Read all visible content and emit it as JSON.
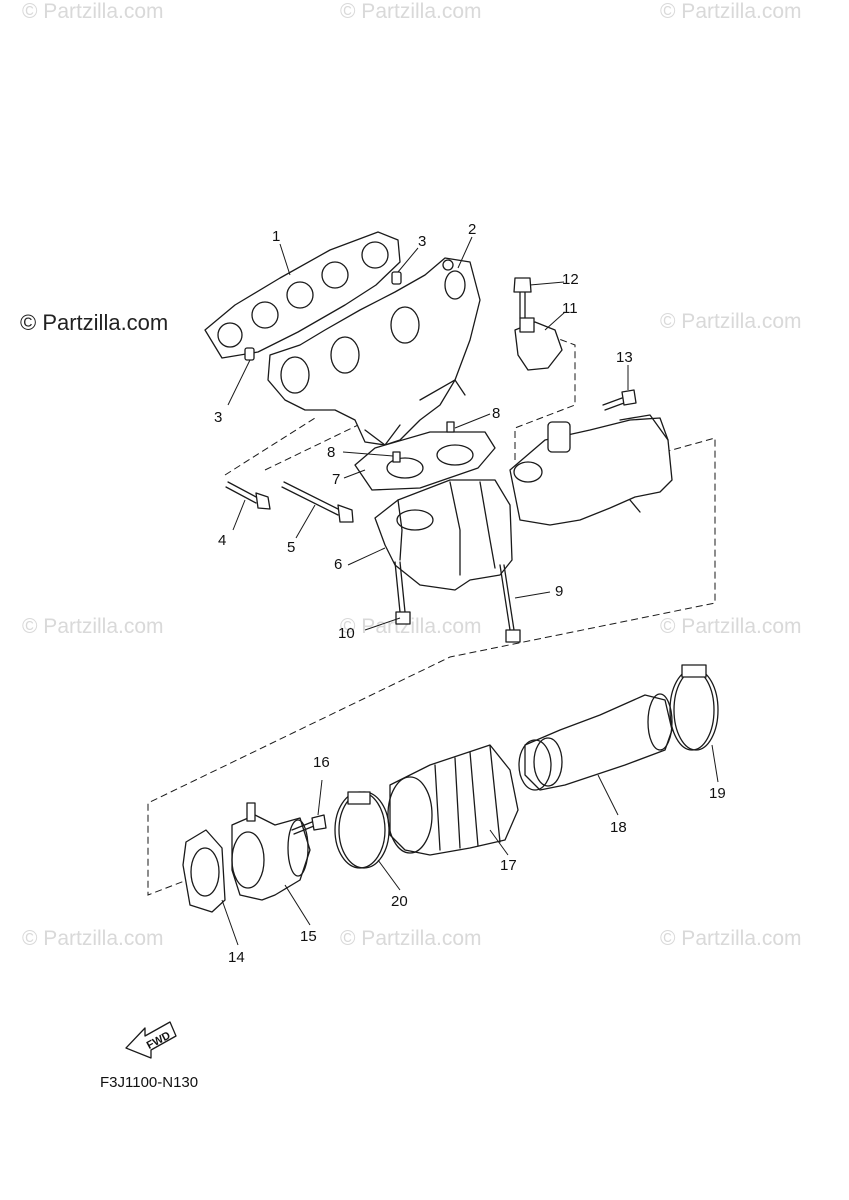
{
  "watermark": {
    "text": "© Partzilla.com",
    "brand_text": "© Partzilla.com"
  },
  "callouts": {
    "c1": "1",
    "c2": "2",
    "c3a": "3",
    "c3b": "3",
    "c4": "4",
    "c5": "5",
    "c6": "6",
    "c7": "7",
    "c8a": "8",
    "c8b": "8",
    "c9": "9",
    "c10": "10",
    "c11": "11",
    "c12": "12",
    "c13": "13",
    "c14": "14",
    "c15": "15",
    "c16": "16",
    "c17": "17",
    "c18": "18",
    "c19": "19",
    "c20": "20"
  },
  "fwd_label": "FWD",
  "diagram_code": "F3J1100-N130"
}
